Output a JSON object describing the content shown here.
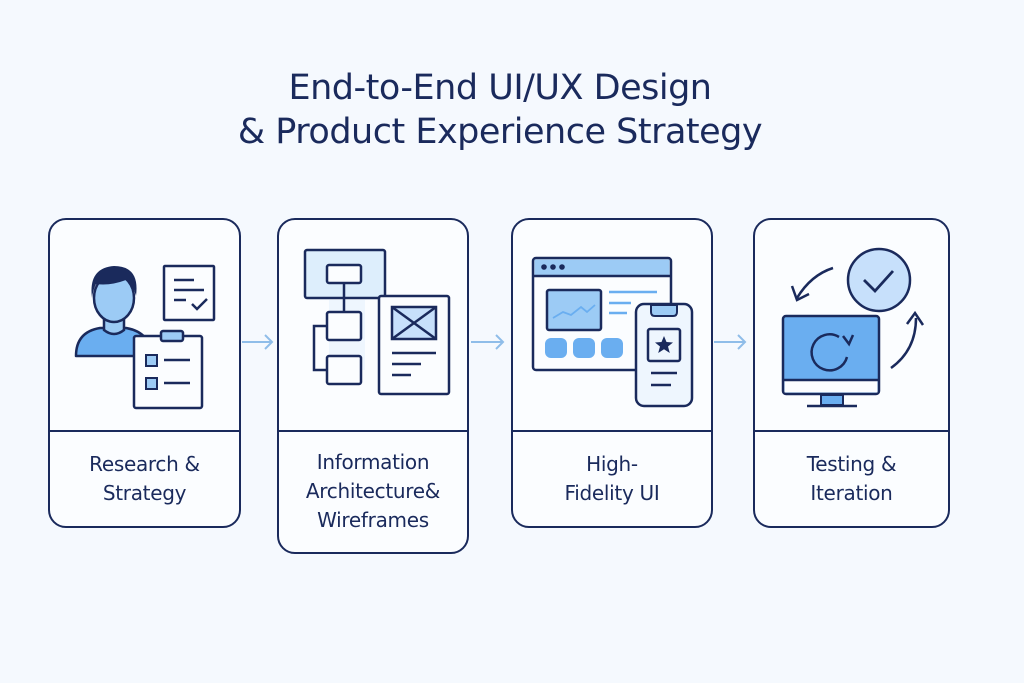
{
  "title": {
    "line1": "End-to-End UI/UX Design",
    "line2": "& Product Experience Strategy"
  },
  "colors": {
    "background": "#f5f9fe",
    "outline": "#1a2a5c",
    "accent_light": "#c7e0fb",
    "accent": "#6aaef0",
    "arrow": "#8fbde9"
  },
  "steps": [
    {
      "icon": "user-research-icon",
      "label_lines": [
        "Research &",
        "Strategy"
      ]
    },
    {
      "icon": "sitemap-wireframe-icon",
      "label_lines": [
        "Information",
        "Architecture&",
        "Wireframes"
      ]
    },
    {
      "icon": "ui-screens-icon",
      "label_lines": [
        "High-",
        "Fidelity UI"
      ]
    },
    {
      "icon": "testing-cycle-icon",
      "label_lines": [
        "Testing &",
        "Iteration"
      ]
    }
  ],
  "connectors": [
    "arrow-right",
    "arrow-right",
    "arrow-right"
  ]
}
